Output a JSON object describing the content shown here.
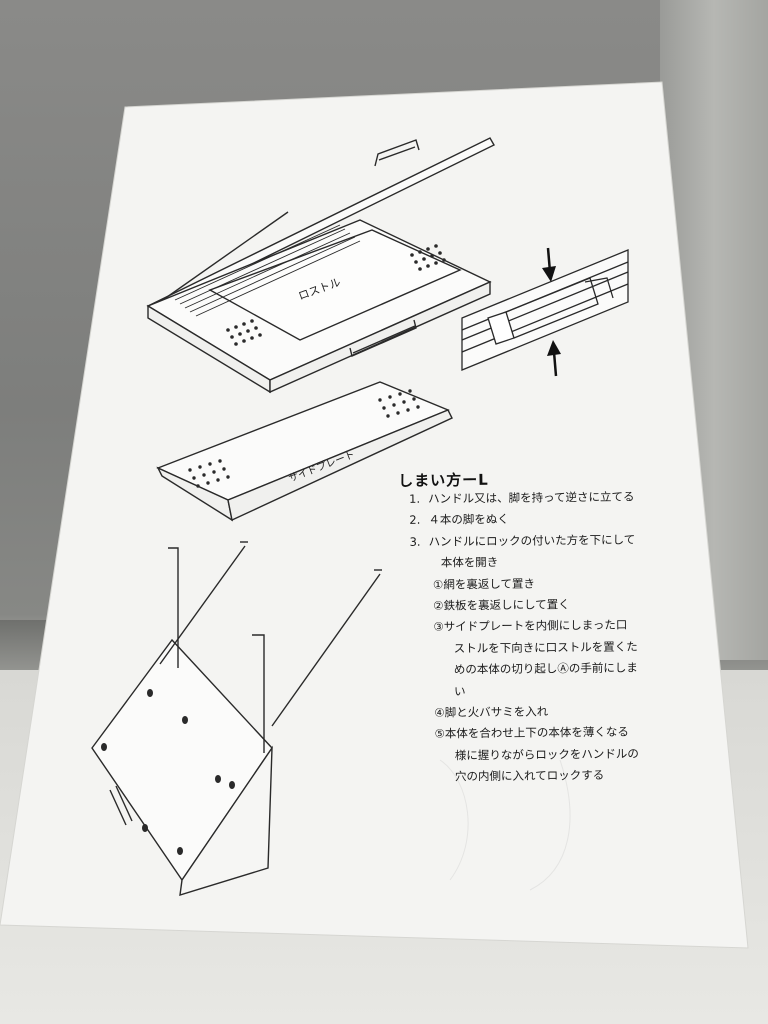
{
  "document": {
    "title": "しまい方ーL",
    "steps": [
      {
        "num": "1.",
        "text": "ハンドル又は、脚を持って逆さに立てる"
      },
      {
        "num": "2.",
        "text": "４本の脚をぬく"
      },
      {
        "num": "3.",
        "text": "ハンドルにロックの付いた方を下にして",
        "cont": "本体を開き"
      }
    ],
    "substeps": [
      {
        "lines": [
          "①網を裏返して置き"
        ]
      },
      {
        "lines": [
          "②鉄板を裏返しにして置く"
        ]
      },
      {
        "lines": [
          "③サイドプレートを内側にしまった口",
          "ストルを下向きに口ストルを置くた",
          "めの本体の切り起しⒶの手前にしま",
          "い"
        ]
      },
      {
        "lines": [
          "④脚と火バサミを入れ"
        ]
      },
      {
        "lines": [
          "⑤本体を合わせ上下の本体を薄くなる",
          "様に握りながらロックをハンドルの",
          "穴の内側に入れてロックする"
        ]
      }
    ],
    "diagram_labels": {
      "rostle": "ロストル",
      "side_plate": "サイドプレート"
    }
  }
}
